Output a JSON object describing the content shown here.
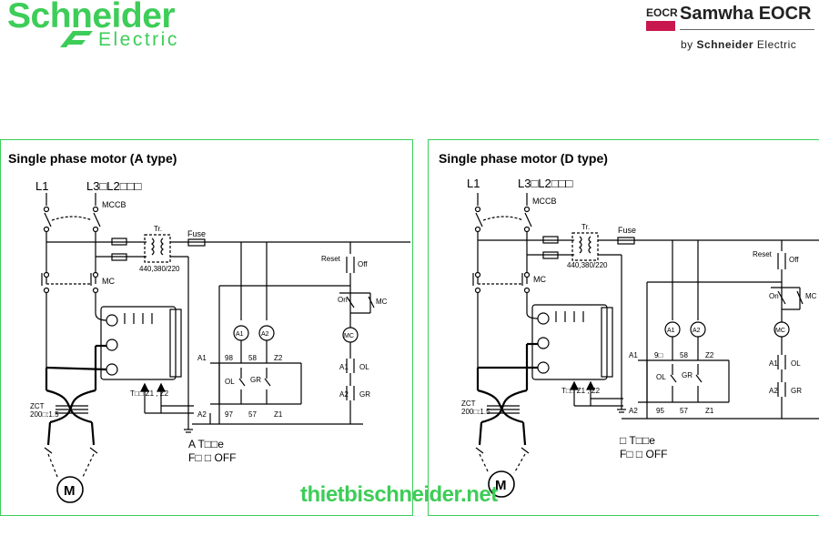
{
  "header": {
    "brand_word": "Schneider",
    "brand_sub": "Electric",
    "partner_badge": "EOCR",
    "partner_name": "Samwha EOCR",
    "partner_by_prefix": "by",
    "partner_by_brand": "Schneider",
    "partner_by_suffix": "Electric"
  },
  "colors": {
    "brand_green": "#3dcd58",
    "eocr_red": "#c8174e"
  },
  "diagram_a": {
    "title": "Single phase motor (A type)",
    "lines": {
      "l1": "L1",
      "l2": "L3□L2□□□"
    },
    "labels": {
      "mccb": "MCCB",
      "tr": "Tr.",
      "fuse": "Fuse",
      "voltage": "440,380/220",
      "mc": "MC",
      "reset": "Reset",
      "off": "Off",
      "on": "On",
      "mc_aux": "MC",
      "a1_lamp": "A1",
      "a2_lamp": "A2",
      "mc_coil": "MC",
      "ol_a": "OL",
      "gr_a": "GR",
      "t98": "98",
      "t58": "58",
      "tz2": "Z2",
      "t97": "97",
      "t57": "57",
      "tz1": "Z1",
      "ol": "OL",
      "gr": "GR",
      "rail_a1": "A1",
      "rail_a2": "A2",
      "zct": "ZCT",
      "zct_ratio": "200□:1.5",
      "tz_note": "T□□ Z1 , Z2",
      "fault1": "A T□□e",
      "fault2": "F□ □ OFF",
      "motor": "M"
    }
  },
  "diagram_d": {
    "title": "Single phase motor (D type)",
    "lines": {
      "l1": "L1",
      "l2": "L3□L2□□□"
    },
    "labels": {
      "mccb": "MCCB",
      "tr": "Tr.",
      "fuse": "Fuse",
      "voltage": "440,380/220",
      "mc": "MC",
      "reset": "Reset",
      "off": "Off",
      "on": "On",
      "mc_aux": "MC",
      "a1_lamp": "A1",
      "a2_lamp": "A2",
      "mc_coil": "MC",
      "ol_a": "OL",
      "gr_a": "GR",
      "t98": "9□",
      "t58": "58",
      "tz2": "Z2",
      "t97": "95",
      "t57": "57",
      "tz1": "Z1",
      "ol": "OL",
      "gr": "GR",
      "rail_a1": "A1",
      "rail_a2": "A2",
      "zct": "ZCT",
      "zct_ratio": "200□:1.5",
      "tz_note": "T□□ Z1 , Z2",
      "fault1": "□ T□□e",
      "fault2": "F□ □ OFF",
      "motor": "M"
    }
  },
  "watermark": "thietbischneider.net"
}
